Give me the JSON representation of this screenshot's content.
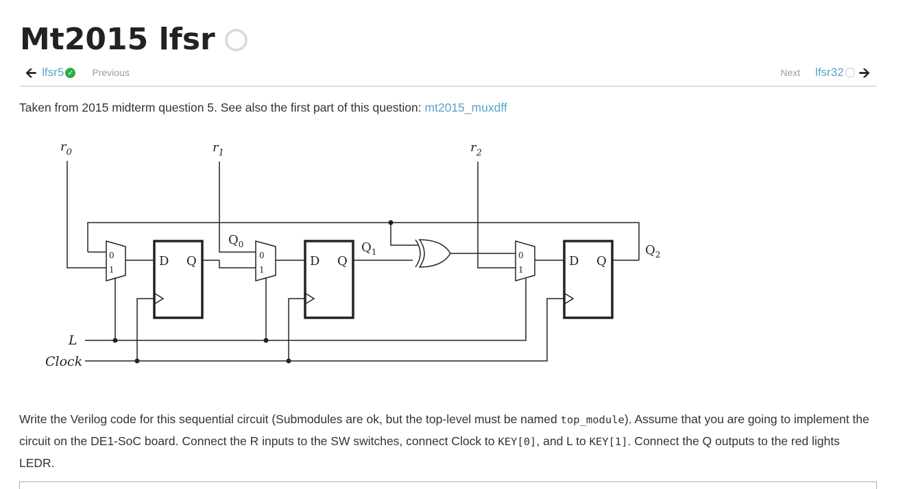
{
  "page": {
    "title": "Mt2015 lfsr"
  },
  "nav": {
    "prev_link": "lfsr5",
    "prev_label": "Previous",
    "next_label": "Next",
    "next_link": "lfsr32"
  },
  "intro": {
    "text": "Taken from 2015 midterm question 5. See also the first part of this question: ",
    "link": "mt2015_muxdff"
  },
  "circuit": {
    "inputs": [
      "r",
      "r",
      "r"
    ],
    "input_subscripts": [
      "0",
      "1",
      "2"
    ],
    "outputs": [
      "Q",
      "Q",
      "Q"
    ],
    "output_subscripts": [
      "0",
      "1",
      "2"
    ],
    "dff_d": "D",
    "dff_q": "Q",
    "mux_0": "0",
    "mux_1": "1",
    "signal_l": "L",
    "signal_clock": "Clock"
  },
  "description": {
    "part1": "Write the Verilog code for this sequential circuit (Submodules are ok, but the top-level must be named ",
    "code1": "top_module",
    "part2": "). Assume that you are going to implement the circuit on the DE1-SoC board. Connect the R inputs to the SW switches, connect Clock to ",
    "code2": "KEY[0]",
    "part3": ", and L to ",
    "code3": "KEY[1]",
    "part4": ". Connect the Q outputs to the red lights LEDR."
  }
}
